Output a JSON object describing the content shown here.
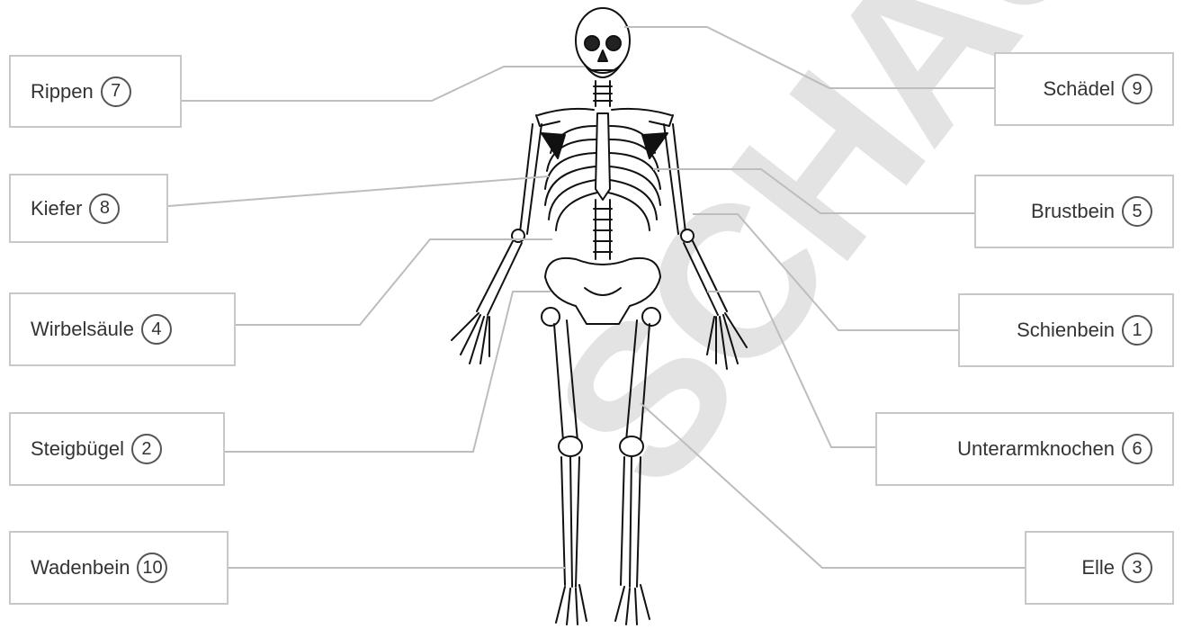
{
  "watermark": "SCHAU",
  "labels": [
    {
      "text": "Rippen",
      "num": "7"
    },
    {
      "text": "Kiefer",
      "num": "8"
    },
    {
      "text": "Wirbelsäule",
      "num": "4"
    },
    {
      "text": "Steigbügel",
      "num": "2"
    },
    {
      "text": "Wadenbein",
      "num": "10"
    },
    {
      "text": "Schädel",
      "num": "9"
    },
    {
      "text": "Brustbein",
      "num": "5"
    },
    {
      "text": "Schienbein",
      "num": "1"
    },
    {
      "text": "Unterarmknochen",
      "num": "6"
    },
    {
      "text": "Elle",
      "num": "3"
    }
  ]
}
